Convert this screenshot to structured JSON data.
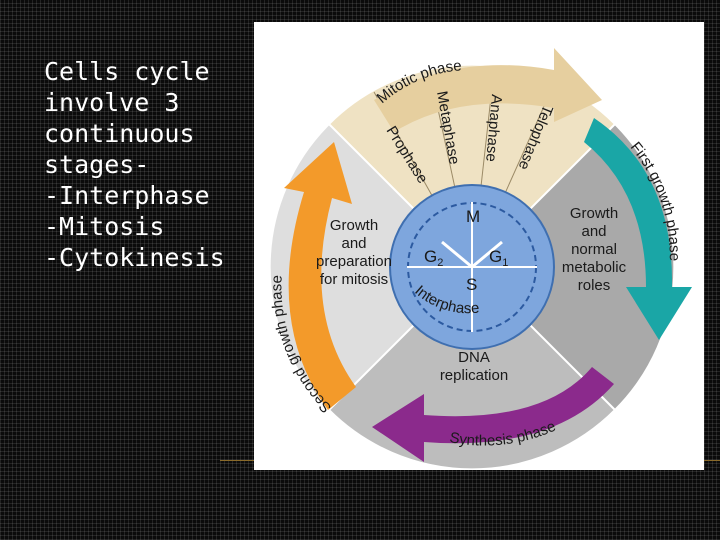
{
  "slide": {
    "bullet_lines": [
      "Cells cycle",
      "involve 3",
      "continuous",
      "stages-",
      "-Interphase",
      "-Mitosis",
      "-Cytokinesis"
    ]
  },
  "diagram": {
    "colors": {
      "mitotic_arrow": "#e6cf9f",
      "first_growth_arrow": "#1aa6a6",
      "synthesis_arrow": "#8b2a8c",
      "second_growth_arrow": "#f39a2a",
      "wedge_light": "#dedede",
      "wedge_mid": "#bdbdbd",
      "wedge_dark": "#a9a9a9",
      "mitotic_wedge": "#efe2c3",
      "center_circle": "#7ea6dd"
    },
    "arc_labels": {
      "mitotic": "Mitotic phase",
      "first_growth": "First growth phase",
      "synthesis": "Synthesis phase",
      "second_growth": "Second growth phase",
      "interphase": "Interphase"
    },
    "mitosis_stages": [
      "Prophase",
      "Metaphase",
      "Anaphase",
      "Telophase"
    ],
    "center": {
      "m": "M",
      "g2": "G",
      "g2_sub": "2",
      "g1": "G",
      "g1_sub": "1",
      "s": "S"
    },
    "quadrants": {
      "left": [
        "Growth",
        "and",
        "preparation",
        "for mitosis"
      ],
      "right": [
        "Growth",
        "and",
        "normal",
        "metabolic",
        "roles"
      ],
      "bottom": [
        "DNA",
        "replication"
      ]
    }
  }
}
